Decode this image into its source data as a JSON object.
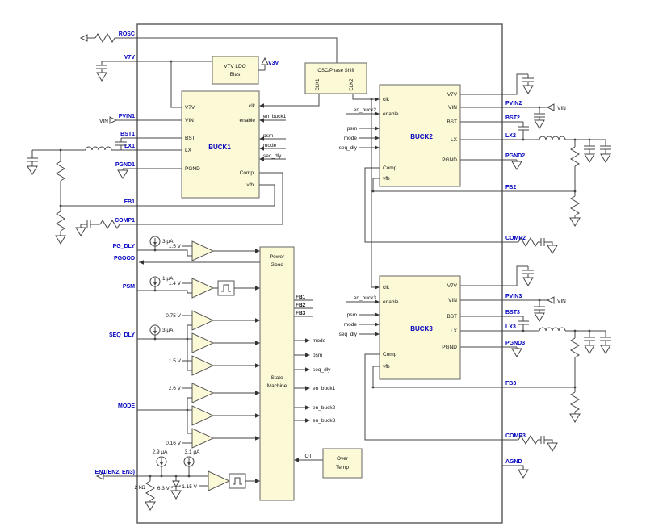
{
  "diagram": {
    "colors": {
      "block_fill": "#fcf9d6",
      "pin_blue": "#0000be",
      "wire": "#444444"
    },
    "pins_left": {
      "rosc": "ROSC",
      "v7v": "V7V",
      "pvin1": "PVIN1",
      "bst1": "BST1",
      "lx1": "LX1",
      "pgnd1": "PGND1",
      "fb1": "FB1",
      "comp1": "COMP1",
      "pg_dly": "PG_DLY",
      "pgood": "PGOOD",
      "psm": "PSM",
      "seq_dly": "SEQ_DLY",
      "mode": "MODE",
      "en1": "EN1(EN2, EN3)"
    },
    "pins_right": {
      "pvin2": "PVIN2",
      "bst2": "BST2",
      "lx2": "LX2",
      "pgnd2": "PGND2",
      "fb2": "FB2",
      "comp2": "COMP2",
      "pvin3": "PVIN3",
      "bst3": "BST3",
      "lx3": "LX3",
      "pgnd3": "PGND3",
      "fb3": "FB3",
      "comp3": "COMP3",
      "agnd": "AGND"
    },
    "sources": {
      "vin": "VIN",
      "v3v": "V3V"
    },
    "blocks": {
      "ldo_line1": "V7V LDO",
      "ldo_line2": "Bias",
      "osc_title": "OSC/Phase Shift",
      "clk1": "CLK1",
      "clk2": "CLK2",
      "buck1": "BUCK1",
      "buck2": "BUCK2",
      "buck3": "BUCK3",
      "power": "Power",
      "good": "Good",
      "state": "State",
      "machine": "Machine",
      "over": "Over",
      "temp": "Temp",
      "ot": "OT"
    },
    "buck_pins": {
      "v7v": "V7V",
      "vin": "VIN",
      "bst": "BST",
      "lx": "LX",
      "pgnd": "PGND",
      "clk": "clk",
      "enable": "enable",
      "comp": "Comp",
      "vfb": "vfb"
    },
    "signals": {
      "en_buck1": "en_buck1",
      "en_buck2": "en_buck2",
      "en_buck3": "en_buck3",
      "psm": "psm",
      "mode": "mode",
      "seq_dly": "seq_dly",
      "fb1": "FB1",
      "fb2": "FB2",
      "fb3": "FB3"
    },
    "thresholds": {
      "pg": "1.5 V",
      "psm": "1.4 V",
      "seq_low": "0.75 V",
      "seq_high": "1.5 V",
      "mode_high": "2.6 V",
      "mode_low": "0.16 V",
      "en": "1.15 V"
    },
    "currents": {
      "pg": "3 µA",
      "psm": "1 µA",
      "seq": "3 µA",
      "en_a": "2.9 µA",
      "en_b": "3.1 µA"
    },
    "components": {
      "en_resistor": "2 kΩ",
      "en_zener": "6.3 V"
    }
  }
}
